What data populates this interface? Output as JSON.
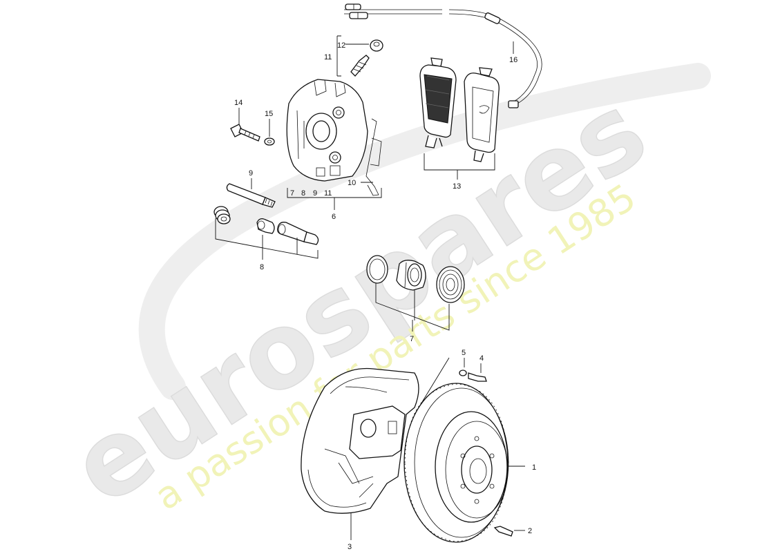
{
  "watermark": {
    "brand": "eurospares",
    "tagline": "a passion for parts since 1985",
    "brand_color": "#e9e9e9",
    "tagline_color": "#f1f3b8"
  },
  "callouts": [
    {
      "id": "c1",
      "label": "1"
    },
    {
      "id": "c2",
      "label": "2"
    },
    {
      "id": "c3",
      "label": "3"
    },
    {
      "id": "c4",
      "label": "4"
    },
    {
      "id": "c5",
      "label": "5"
    },
    {
      "id": "c6",
      "label": "6"
    },
    {
      "id": "c7",
      "label": "7"
    },
    {
      "id": "c8",
      "label": "8"
    },
    {
      "id": "c9",
      "label": "9"
    },
    {
      "id": "c10",
      "label": "10"
    },
    {
      "id": "c11",
      "label": "11"
    },
    {
      "id": "c12",
      "label": "12"
    },
    {
      "id": "c13",
      "label": "13"
    },
    {
      "id": "c14",
      "label": "14"
    },
    {
      "id": "c15",
      "label": "15"
    },
    {
      "id": "c16",
      "label": "16"
    }
  ],
  "caliper_group_labels": [
    "7",
    "8",
    "9",
    "11"
  ],
  "part_icons": {
    "brake_disc": "brake-disc-icon",
    "splash_shield": "splash-shield-icon",
    "caliper": "brake-caliper-icon",
    "brake_pads": "brake-pad-icon",
    "wear_sensor": "wear-sensor-cable-icon",
    "bleeder_valve": "bleeder-valve-icon",
    "bolt": "bolt-icon",
    "washer": "washer-icon",
    "guide_pin": "guide-pin-icon",
    "piston_kit": "piston-seal-kit-icon",
    "spring_clip": "spring-clip-icon"
  }
}
